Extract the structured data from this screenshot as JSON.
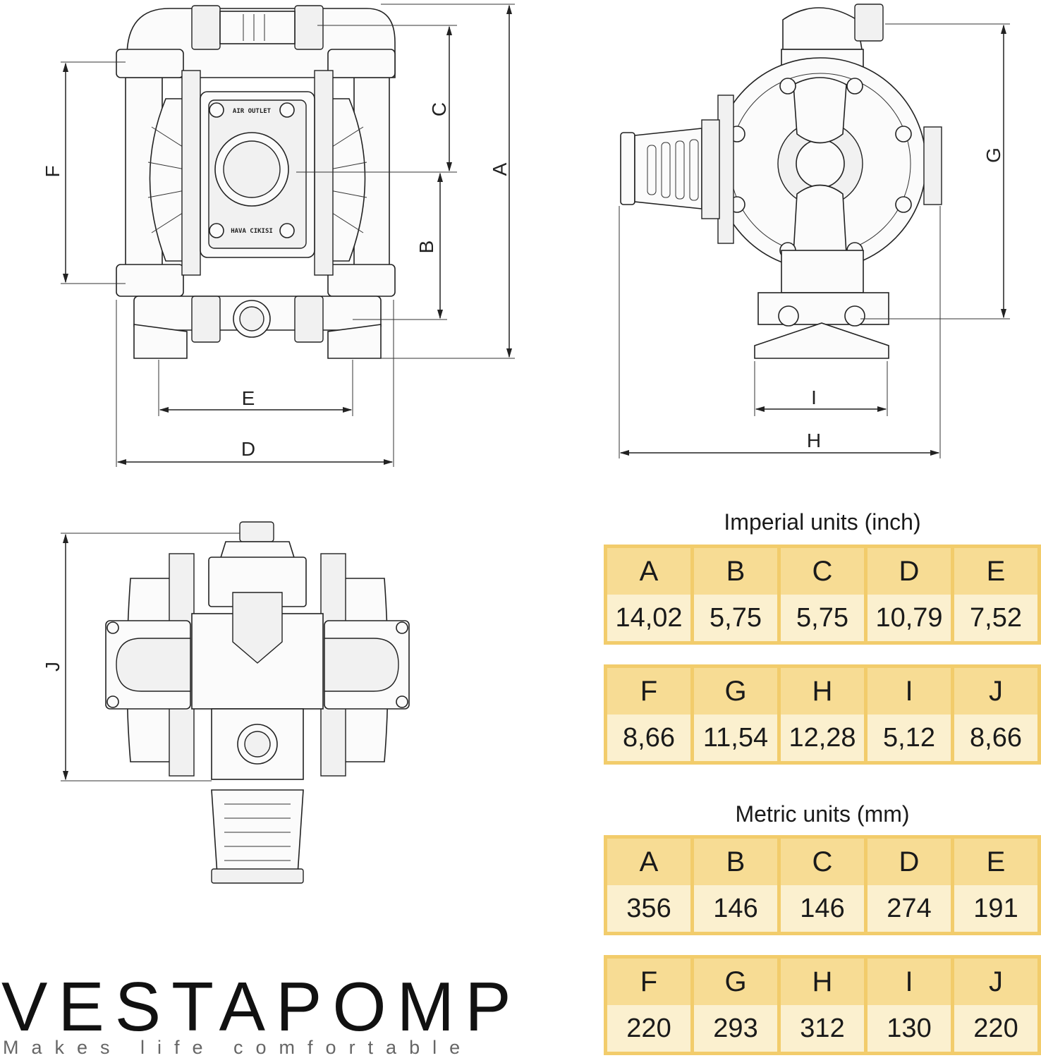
{
  "dimension_labels": {
    "A": "A",
    "B": "B",
    "C": "C",
    "D": "D",
    "E": "E",
    "F": "F",
    "G": "G",
    "H": "H",
    "I": "I",
    "J": "J"
  },
  "pump_plate_texts": {
    "top": "AIR OUTLET",
    "bottom": "HAVA CIKISI"
  },
  "tables": [
    {
      "title": "Imperial units (inch)",
      "rows": [
        {
          "headers": [
            "A",
            "B",
            "C",
            "D",
            "E"
          ],
          "values": [
            "14,02",
            "5,75",
            "5,75",
            "10,79",
            "7,52"
          ]
        },
        {
          "headers": [
            "F",
            "G",
            "H",
            "I",
            "J"
          ],
          "values": [
            "8,66",
            "11,54",
            "12,28",
            "5,12",
            "8,66"
          ]
        }
      ]
    },
    {
      "title": "Metric units (mm)",
      "rows": [
        {
          "headers": [
            "A",
            "B",
            "C",
            "D",
            "E"
          ],
          "values": [
            "356",
            "146",
            "146",
            "274",
            "191"
          ]
        },
        {
          "headers": [
            "F",
            "G",
            "H",
            "I",
            "J"
          ],
          "values": [
            "220",
            "293",
            "312",
            "130",
            "220"
          ]
        }
      ]
    }
  ],
  "brand": {
    "name": "VESTAPOMP",
    "tagline": "Makes life comfortable"
  },
  "colors": {
    "table_border": "#f2cc6b",
    "table_header_bg": "#f7dc94",
    "table_value_bg": "#fbf0cf"
  }
}
